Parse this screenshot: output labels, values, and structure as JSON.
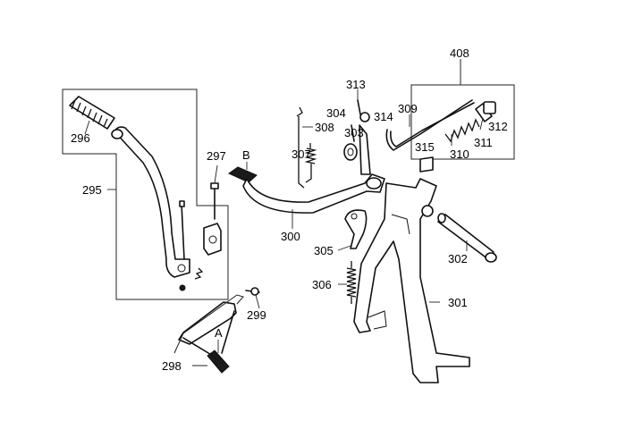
{
  "diagram": {
    "labels": {
      "p295": "295",
      "p296": "296",
      "p297": "297",
      "p298": "298",
      "p299": "299",
      "p300": "300",
      "p301": "301",
      "p302": "302",
      "p303": "303",
      "p304": "304",
      "p305": "305",
      "p306": "306",
      "p307": "307",
      "p308": "308",
      "p309": "309",
      "p310": "310",
      "p311": "311",
      "p312": "312",
      "p313": "313",
      "p314": "314",
      "p315": "315",
      "p408": "408",
      "callout_a": "A",
      "callout_b": "B"
    }
  }
}
